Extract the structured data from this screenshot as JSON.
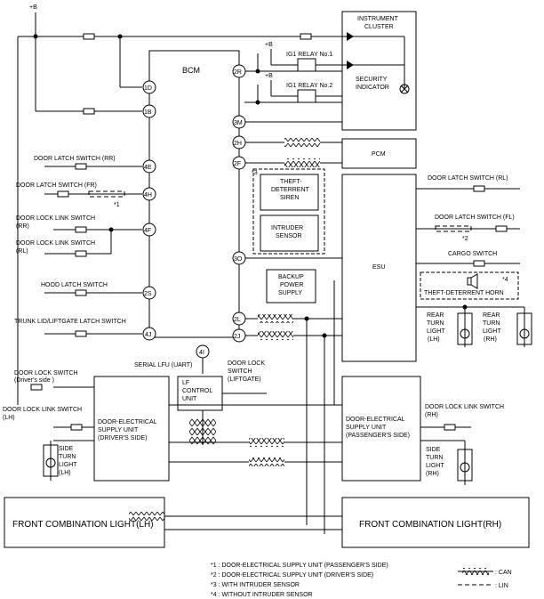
{
  "power": {
    "plus_b": "+B"
  },
  "bcm": {
    "title": "BCM",
    "pins": {
      "p1D": "1D",
      "p1B": "1B",
      "p4E": "4E",
      "p4H": "4H",
      "p4F": "4F",
      "p2S": "2S",
      "p4J": "4J",
      "p4I": "4I",
      "p2R": "2R",
      "p3M": "3M",
      "p2H": "2H",
      "p2F": "2F",
      "p3O": "3O",
      "p2L": "2L",
      "p2J": "2J"
    }
  },
  "instrument_cluster": {
    "line1": "INSTRUMENT",
    "line2": "CLUSTER"
  },
  "security_indicator": {
    "line1": "SECURITY",
    "line2": "INDICATOR"
  },
  "relays": {
    "ig1_no1": "IG1 RELAY No.1",
    "ig1_no2": "IG1 RELAY No.2"
  },
  "pcm": {
    "label": "PCM"
  },
  "esu": {
    "label": "ESU"
  },
  "siren": {
    "line1": "THEFT-",
    "line2": "DETERRENT",
    "line3": "SIREN"
  },
  "intruder": {
    "line1": "INTRUDER",
    "line2": "SENSOR"
  },
  "group_note3": "*3",
  "backup_power": {
    "line1": "BACKUP",
    "line2": "POWER",
    "line3": "SUPPLY"
  },
  "left_switches": {
    "latch_rr": "DOOR LATCH SWITCH (RR)",
    "latch_fr": "DOOR LATCH SWITCH (FR)",
    "link_rr_1": "DOOR LOCK LINK SWITCH",
    "link_rr_2": "(RR)",
    "link_rl_1": "DOOR LOCK LINK SWITCH",
    "link_rl_2": "(RL)",
    "hood": "HOOD LATCH SWITCH",
    "trunk": "TRUNK LID/LIFTGATE LATCH SWITCH",
    "note1": "*1"
  },
  "right_switches": {
    "latch_rl": "DOOR LATCH SWITCH (RL)",
    "latch_fl": "DOOR LATCH SWITCH (FL)",
    "note2": "*2",
    "cargo": "CARGO SWITCH",
    "note4": "*4",
    "horn": "THEFT-DETERRENT HORN"
  },
  "rear_turn": {
    "lh_1": "REAR",
    "lh_2": "TURN",
    "lh_3": "LIGHT",
    "lh_4": "(LH)",
    "rh_1": "REAR",
    "rh_2": "TURN",
    "rh_3": "LIGHT",
    "rh_4": "(RH)"
  },
  "serial_lfu": "SERIAL LFU (UART)",
  "lf_control": {
    "line1": "LF",
    "line2": "CONTROL",
    "line3": "UNIT"
  },
  "liftgate_switch": {
    "line1": "DOOR LOCK",
    "line2": "SWITCH",
    "line3": "(LIFTGATE)"
  },
  "driver_side": {
    "lock_switch_1": "DOOR LOCK SWITCH",
    "lock_switch_2": "(Driver's side )",
    "link_switch_1": "DOOR LOCK LINK SWITCH",
    "link_switch_2": "(LH)",
    "unit_1": "DOOR-ELECTRICAL",
    "unit_2": "SUPPLY UNIT",
    "unit_3": "(DRIVER'S SIDE)",
    "side_1": "SIDE",
    "side_2": "TURN",
    "side_3": "LIGHT",
    "side_4": "(LH)"
  },
  "passenger_side": {
    "unit_1": "DOOR-ELECTRICAL",
    "unit_2": "SUPPLY UNIT",
    "unit_3": "(PASSENGER'S SIDE)",
    "link_switch_1": "DOOR LOCK LINK SWITCH",
    "link_switch_2": "(RH)",
    "side_1": "SIDE",
    "side_2": "TURN",
    "side_3": "LIGHT",
    "side_4": "(RH)"
  },
  "front_lh": "FRONT COMBINATION LIGHT(LH)",
  "front_rh": "FRONT COMBINATION LIGHT(RH)",
  "footnotes": [
    "*1 : DOOR-ELECTRICAL SUPPLY UNIT (PASSENGER'S SIDE)",
    "*2 : DOOR-ELECTRICAL SUPPLY UNIT (DRIVER'S SIDE)",
    "*3 : WITH INTRUDER SENSOR",
    "*4 : WITHOUT INTRUDER SENSOR"
  ],
  "legend": {
    "can": ": CAN",
    "lin": ": LIN"
  }
}
